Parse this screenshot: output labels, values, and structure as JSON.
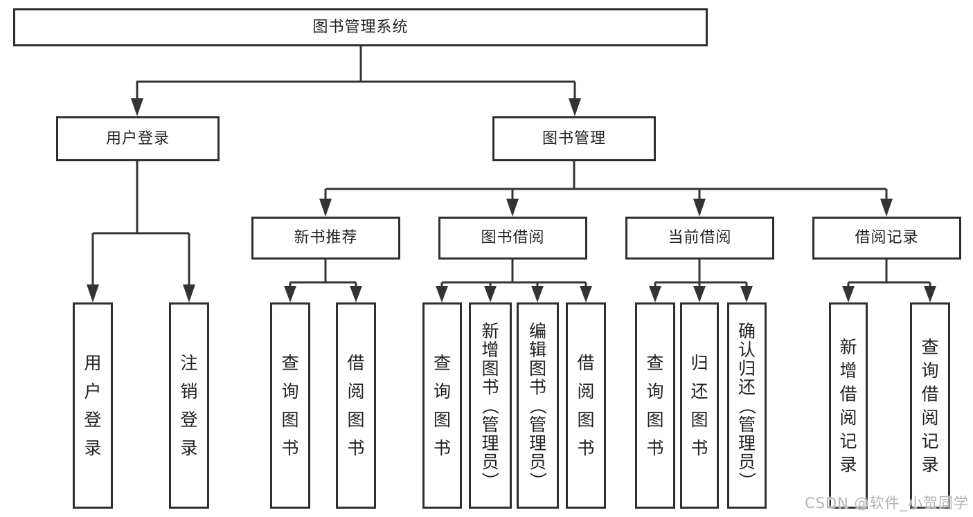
{
  "diagram": {
    "title": "图书管理系统",
    "tree": {
      "root": {
        "label": "图书管理系统"
      },
      "branches": [
        {
          "label": "用户登录",
          "children": [
            {
              "label": "用户登录"
            },
            {
              "label": "注销登录"
            }
          ]
        },
        {
          "label": "图书管理",
          "children": [
            {
              "label": "新书推荐",
              "children": [
                {
                  "label": "查询图书"
                },
                {
                  "label": "借阅图书"
                }
              ]
            },
            {
              "label": "图书借阅",
              "children": [
                {
                  "label": "查询图书"
                },
                {
                  "label": "新增图书（管理员）"
                },
                {
                  "label": "编辑图书（管理员）"
                },
                {
                  "label": "借阅图书"
                }
              ]
            },
            {
              "label": "当前借阅",
              "children": [
                {
                  "label": "查询图书"
                },
                {
                  "label": "归还图书"
                },
                {
                  "label": "确认归还（管理员）"
                }
              ]
            },
            {
              "label": "借阅记录",
              "children": [
                {
                  "label": "新增借阅记录"
                },
                {
                  "label": "查询借阅记录"
                }
              ]
            }
          ]
        }
      ]
    },
    "watermark": "CSDN @软件_小贺同学",
    "colors": {
      "line": "#333333",
      "box_border": "#2f2f2f",
      "text": "#1f1f1f",
      "watermark": "#b3b3b3",
      "background": "#ffffff"
    }
  }
}
